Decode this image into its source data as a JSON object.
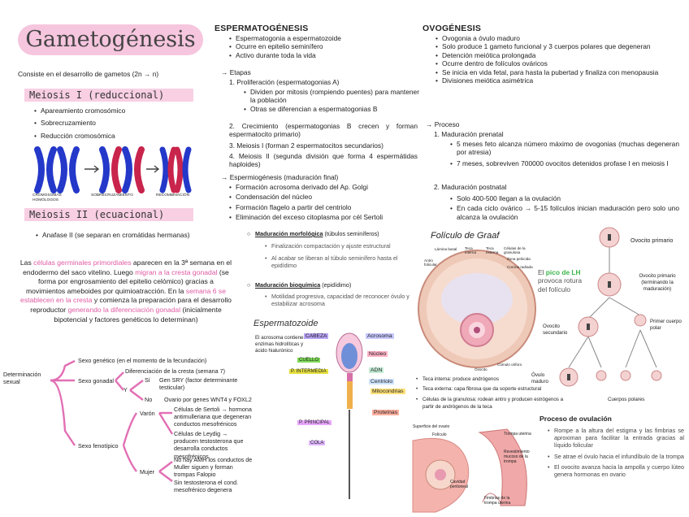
{
  "title": "Gametogénesis",
  "intro": "Consiste en el desarrollo de gametos (2n → n)",
  "meiosis1": {
    "title": "Meiosis I (reduccional)",
    "items": [
      "Apareamiento cromosómico",
      "Sobrecruzamiento",
      "Reducción cromosómica"
    ],
    "labels": [
      "CROMOSOMAS HOMÓLOGOS",
      "SOBRECRUZAMIENTO",
      "RECOMBINACIÓN"
    ]
  },
  "meiosis2": {
    "title": "Meiosis II (ecuacional)",
    "item": "Anafase II (se separan en cromátidas hermanas)"
  },
  "germinal_paragraph": {
    "p1": "Las ",
    "p2": "células germinales primordiales",
    "p3": " aparecen en la 3ª semana en el endodermo del saco vitelino. Luego ",
    "p4": "migran a la cresta gonadal",
    "p5": " (se forma por engrosamiento del epitelio celómico) gracias a movimientos ameboides por quimioatracción. En la ",
    "p6": "semana 6 se establecen en la cresta",
    "p7": " y comienza la preparación para el desarrollo reproductor ",
    "p8": "generando la diferenciación gonadal",
    "p9": " (inicialmente bipotencial y factores genéticos lo determinan)"
  },
  "sexual_tree": {
    "root": "Determinación sexual",
    "genetic": "Sexo genético (en el momento de la fecundación)",
    "gonadal": "Sexo gonadal",
    "gonadal_diff": "Diferenciación de la cresta (semana 7)",
    "y": "Y",
    "si": "Sí",
    "sry": "Gen SRY (factor determinante testicular)",
    "no": "No",
    "ovary": "Ovario por genes WNT4 y FOXL2",
    "phenotypic": "Sexo fenotípico",
    "male": "Varón",
    "sertoli": "Células de Sertoli → hormona antimulleriana que degeneran conductos mesofrénicos",
    "leydig": "Células de Leydig → producen testosterona que desarrolla conductos mesofrénicos",
    "female": "Mujer",
    "amh": "No hay AMH los conductos de Muller siguen y forman trompas Falopio",
    "notesto": "Sin testosterona el cond. mesofrénico degenera"
  },
  "espermatogenesis": {
    "title": "ESPERMATOGÉNESIS",
    "items": [
      "Espermatogonia a espermatozoide",
      "Ocurre en epitelio seminífero",
      "Activo durante toda la vida"
    ],
    "etapas": "→ Etapas",
    "s1": "1. Proliferación (espermatogonias A)",
    "s1a": "Dividen por mitosis (rompiendo puentes) para mantener la población",
    "s1b": "Otras se diferencian a espermatogonias B",
    "s2": "2. Crecimiento (espermatogonias B crecen y forman espermatocito primario)",
    "s3": "3. Meiosis I (forman 2 espermatocitos secundarios)",
    "s4": "4. Meiosis II (segunda división que forma 4 espermátidas haploides)",
    "espermio": "→ Espermiogénesis (maduración final)",
    "espermio_items": [
      "Formación acrosoma derivado del Ap. Golgi",
      "Condensación del núcleo",
      "Formación flagelo a partir del centriolo",
      "Eliminación del exceso citoplasma por cél Sertoli"
    ],
    "morph_title": "Maduración morfológica",
    "morph_note": "(túbulos seminíferos)",
    "morph_items": [
      "Finalización compactación y ajuste estructural",
      "Al acabar se liberan al túbulo seminífero hasta el epidídimo"
    ],
    "bio_title": "Maduración bioquímica",
    "bio_note": "(epidídimo)",
    "bio_items": [
      "Motilidad progresiva, capacidad de reconocer óvulo y estabilizar acrosoma"
    ]
  },
  "espermatozoide": {
    "title": "Espermatozoide",
    "note": "El acrosoma contiene enzimas hidrolíticas y ácido hialurónico",
    "labels": [
      "CABEZA",
      "CUELLO",
      "P. INTERMEDIA",
      "P. PRINCIPAL",
      "COLA"
    ],
    "right_labels": [
      "Acrosoma",
      "Núcleo",
      "ADN",
      "Centriolo",
      "Mitocondrias",
      "Proteínas"
    ]
  },
  "ovogenesis": {
    "title": "OVOGÉNESIS",
    "items": [
      "Ovogonia a óvulo maduro",
      "Solo produce 1 gameto funcional y 3 cuerpos polares que degeneran",
      "Detención meiótica prolongada",
      "Ocurre dentro de folículos ováricos",
      "Se inicia en vida fetal, para hasta la pubertad y finaliza con menopausia",
      "Divisiones meiótica asimétrica"
    ],
    "proceso": "→ Proceso",
    "m1": "1. Maduración prenatal",
    "m1a": "5 meses feto alcanza número máximo de ovogonias (muchas degeneran por atresia)",
    "m1b": "7 meses, sobreviven 700000 ovocitos detenidos profase I en meiosis I",
    "m2": "2. Maduración postnatal",
    "m2a": "Solo 400-500 llegan a la ovulación",
    "m2b": "En cada ciclo ovárico → 5-15 folículos inician maduración pero solo uno alcanza la ovulación"
  },
  "graaf": {
    "title": "Folículo de Graaf",
    "labels": [
      "Lámina basal",
      "Teca interna",
      "Teca externa",
      "Células de la granulosa",
      "Antro folicular",
      "Zona pelúcida",
      "Corona radiada",
      "Cúmulo oóforo",
      "Ovocito"
    ]
  },
  "lh_note": {
    "p1": "El ",
    "p2": "pico de LH",
    "p3": " provoca rotura del folículo"
  },
  "ovo_diagram": {
    "labels": [
      "Ovocito primario",
      "Ovocito primario (terminando la maduración)",
      "Primer cuerpo polar",
      "Ovocito secundario",
      "Óvulo maduro",
      "Cuerpos polares"
    ]
  },
  "teca": [
    "Teca interna: produce andrógenos",
    "Teca externa: capa fibrosa que da soporte estructural",
    "Células de la granulosa: rodean antro y producen estrógenos a partir de andrógenos de la teca"
  ],
  "ovulation_img": {
    "labels": [
      "Superficie del ovario",
      "Folículo",
      "Trompa uterina",
      "Revestimiento mucoso de la trompa",
      "Cavidad peritoneal",
      "Fimbrias de la trompa uterina"
    ]
  },
  "ovulation": {
    "title": "Proceso de ovulación",
    "items": [
      "Rompe a la altura del estigma y las fimbrias se aproximan para facilitar la entrada gracias al líquido folicular",
      "Se atrae el óvulo hacia el infundíbulo de la trompa",
      "El ovocito avanza hacia la ampolla y cuerpo lúteo genera hormonas en ovario"
    ]
  }
}
